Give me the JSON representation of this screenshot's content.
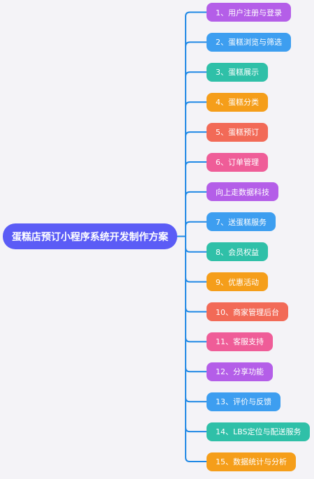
{
  "mindmap": {
    "root": {
      "label": "蛋糕店预订小程序系统开发制作方案"
    },
    "connector_color": "#1f88e5",
    "branches": [
      {
        "label": "1、用户注册与登录",
        "color": "#b45ee8"
      },
      {
        "label": "2、蛋糕浏览与筛选",
        "color": "#3d9ef0"
      },
      {
        "label": "3、蛋糕展示",
        "color": "#2fc0a8"
      },
      {
        "label": "4、蛋糕分类",
        "color": "#f59e1a"
      },
      {
        "label": "5、蛋糕预订",
        "color": "#f26a57"
      },
      {
        "label": "6、订单管理",
        "color": "#ef5d98"
      },
      {
        "label": "向上走数据科技",
        "color": "#b45ee8"
      },
      {
        "label": "7、送蛋糕服务",
        "color": "#3d9ef0"
      },
      {
        "label": "8、会员权益",
        "color": "#2fc0a8"
      },
      {
        "label": "9、优惠活动",
        "color": "#f59e1a"
      },
      {
        "label": "10、商家管理后台",
        "color": "#f26a57"
      },
      {
        "label": "11、客服支持",
        "color": "#ef5d98"
      },
      {
        "label": "12、分享功能",
        "color": "#b45ee8"
      },
      {
        "label": "13、评价与反馈",
        "color": "#3d9ef0"
      },
      {
        "label": "14、LBS定位与配送服务",
        "color": "#2fc0a8"
      },
      {
        "label": "15、数据统计与分析",
        "color": "#f59e1a"
      }
    ]
  }
}
